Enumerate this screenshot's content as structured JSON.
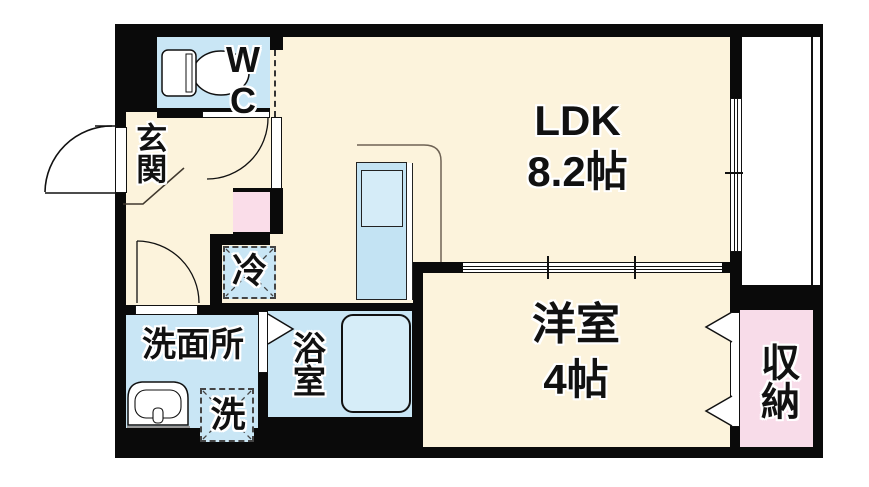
{
  "rooms": {
    "wc": {
      "label": "WC"
    },
    "entrance": {
      "label": "玄関"
    },
    "ldk": {
      "name": "LDK",
      "size": "8.2帖"
    },
    "refrigerator": {
      "label": "冷"
    },
    "washroom": {
      "label": "洗面所"
    },
    "washer": {
      "label": "洗"
    },
    "bathroom": {
      "label": "浴室"
    },
    "western_room": {
      "name": "洋室",
      "size": "4帖"
    },
    "closet": {
      "label": "収納"
    }
  },
  "colors": {
    "wall": "#0a0a0a",
    "floor": "#FCF3DC",
    "wet_area": "#C9E6F5",
    "tub": "#D6EDF8",
    "kitchen_counter": "#C3E3F3",
    "kitchen_sink": "#D5ECF8",
    "closet_pink": "#F8DCE9",
    "accent_pink": "#FADDE9",
    "counter_line": "#6E6254",
    "background": "#FFFFFF"
  }
}
